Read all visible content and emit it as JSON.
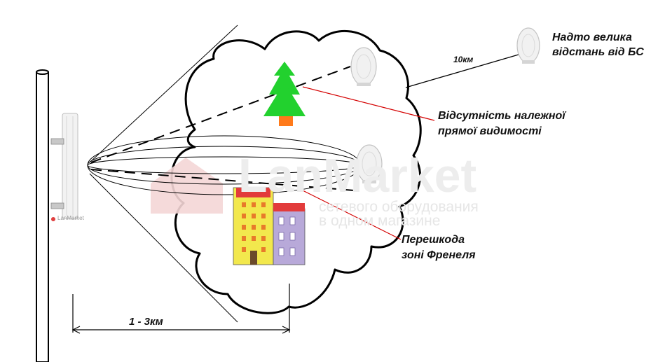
{
  "watermark": {
    "brand": "LanMarket",
    "slogan_line1": "сетевого оборудования",
    "slogan_line2": "в одном магазине",
    "antenna_brand": "LanMarket",
    "color": "#e9e9e9"
  },
  "labels": {
    "too_far_line1": "Надто велика",
    "too_far_line2": "відстань від БС",
    "distance_far": "10км",
    "no_los_line1": "Відсутність належної",
    "no_los_line2": "прямої видимості",
    "fresnel_line1": "Перешкода",
    "fresnel_line2": "зоні Френеля",
    "distance_near": "1 - 3км"
  },
  "colors": {
    "tree": "#22d12e",
    "trunk": "#ff7a1a",
    "pointer_line": "#d40000",
    "building_yellow": "#f2e84d",
    "building_lilac": "#b8a9d9",
    "roof_red": "#e23b3b"
  }
}
